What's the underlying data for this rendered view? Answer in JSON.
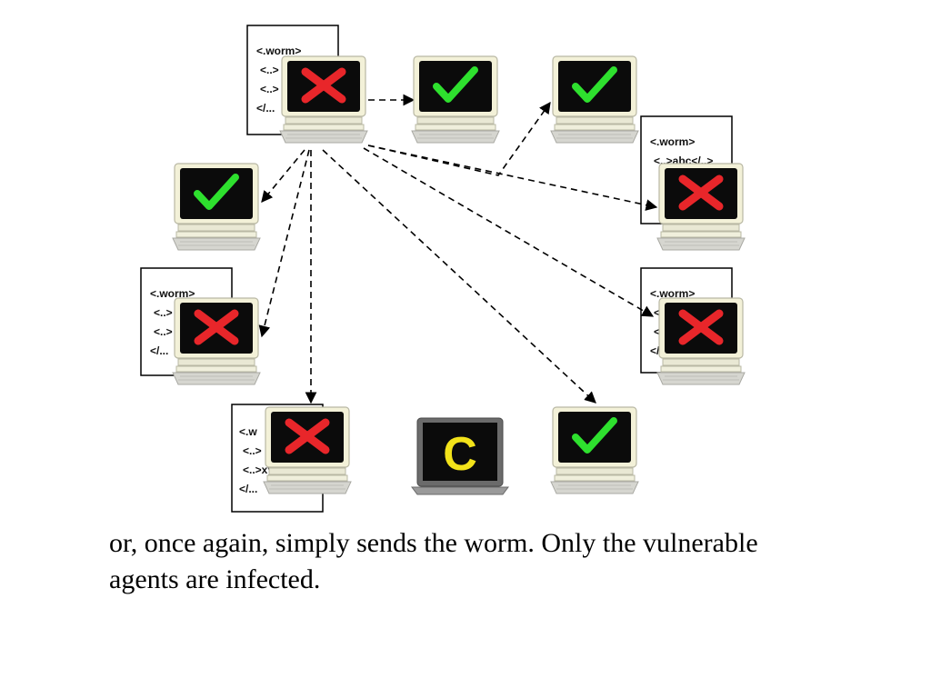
{
  "colors": {
    "infected": "#e8262a",
    "safe": "#2ee02e",
    "controller_letter": "#f2e21a",
    "screen": "#101010",
    "monitor_body": "#f3f1d8"
  },
  "worm_document": {
    "lines": [
      "<.worm>",
      "<..>",
      "<..>",
      "</..."
    ]
  },
  "worm_document_partial": {
    "lines": [
      "<.worm>",
      "<..>abc</..>"
    ]
  },
  "worm_document_bottom": {
    "lines": [
      "<.w",
      "<..>",
      "<..>xy",
      "</..."
    ]
  },
  "agents": [
    {
      "id": "source",
      "status": "infected",
      "icon": "x-icon"
    },
    {
      "id": "top-middle",
      "status": "safe",
      "icon": "check-icon"
    },
    {
      "id": "top-right",
      "status": "safe",
      "icon": "check-icon"
    },
    {
      "id": "right-upper",
      "status": "infected",
      "icon": "x-icon"
    },
    {
      "id": "right-lower",
      "status": "infected",
      "icon": "x-icon"
    },
    {
      "id": "bottom-right",
      "status": "safe",
      "icon": "check-icon"
    },
    {
      "id": "bottom-left",
      "status": "infected",
      "icon": "x-icon"
    },
    {
      "id": "left-lower",
      "status": "infected",
      "icon": "x-icon"
    },
    {
      "id": "left-upper",
      "status": "safe",
      "icon": "check-icon"
    }
  ],
  "controller": {
    "letter": "C",
    "icon": "laptop-icon"
  },
  "caption": {
    "line1": "or, once again, simply sends the worm.  Only the vulnerable",
    "line2": "agents are infected."
  }
}
